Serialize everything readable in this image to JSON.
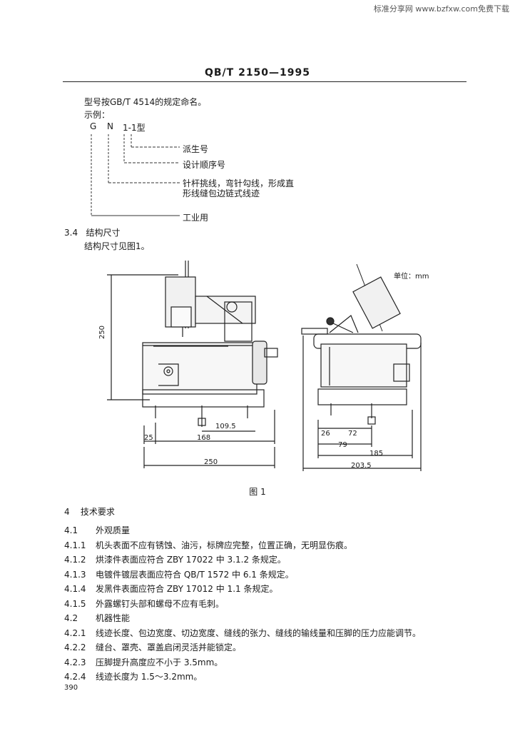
{
  "watermark": "标准分享网 www.bzfxw.com免费下载",
  "header": {
    "standard_no": "QB/T 2150—1995"
  },
  "intro": {
    "line1": "型号按GB/T 4514的规定命名。",
    "example_label": "示例："
  },
  "model_example": {
    "letter_g": "G",
    "letter_n": "N",
    "suffix": "1-1型",
    "labels": {
      "derived": "派生号",
      "design_seq": "设计顺序号",
      "stitch_line1": "针杆挑线，弯针勾线，形成直",
      "stitch_line2": "形线缝包边链式线迹",
      "industrial": "工业用"
    }
  },
  "section_3_4": {
    "number": "3.4",
    "title": "结构尺寸",
    "body": "结构尺寸见图1。"
  },
  "figure": {
    "unit_label": "单位：mm",
    "left_dims": {
      "height": "250",
      "offset": "109.5",
      "left_margin": "25",
      "base_inner": "168",
      "overall": "250"
    },
    "right_dims": {
      "d26": "26",
      "d72": "72",
      "d79": "79",
      "d185": "185",
      "overall": "203.5"
    },
    "caption": "图 1"
  },
  "section_4": {
    "number": "4",
    "title": "技术要求"
  },
  "clauses": [
    {
      "num": "4.1",
      "text": "外观质量"
    },
    {
      "num": "4.1.1",
      "text": "机头表面不应有锈蚀、油污，标牌应完整，位置正确，无明显伤痕。"
    },
    {
      "num": "4.1.2",
      "text": "烘漆件表面应符合 ZBY 17022 中 3.1.2 条规定。"
    },
    {
      "num": "4.1.3",
      "text": "电镀件镀层表面应符合 QB/T 1572 中 6.1 条规定。"
    },
    {
      "num": "4.1.4",
      "text": "发黑件表面应符合 ZBY 17012 中 1.1 条规定。"
    },
    {
      "num": "4.1.5",
      "text": "外露螺钉头部和螺母不应有毛刺。"
    },
    {
      "num": "4.2",
      "text": "机器性能"
    },
    {
      "num": "4.2.1",
      "text": "线迹长度、包边宽度、切边宽度、缝线的张力、缝线的输线量和压脚的压力应能调节。"
    },
    {
      "num": "4.2.2",
      "text": "缝台、罩壳、罩盖启闭灵活并能锁定。"
    },
    {
      "num": "4.2.3",
      "text": "压脚提升高度应不小于 3.5mm。"
    },
    {
      "num": "4.2.4",
      "text": "线迹长度为 1.5～3.2mm。"
    }
  ],
  "page_number": "390"
}
